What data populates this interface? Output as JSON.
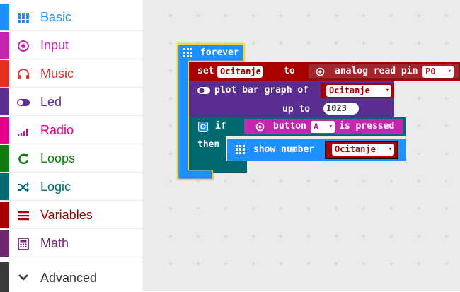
{
  "sidebar": {
    "categories": [
      {
        "label": "Basic",
        "icon": "grid-icon",
        "color": "#1e90ff"
      },
      {
        "label": "Input",
        "icon": "target-icon",
        "color": "#c724b1"
      },
      {
        "label": "Music",
        "icon": "headphones-icon",
        "color": "#e63022"
      },
      {
        "label": "Led",
        "icon": "toggle-icon",
        "color": "#5c2d91"
      },
      {
        "label": "Radio",
        "icon": "signal-bars-icon",
        "color": "#e3008c"
      },
      {
        "label": "Loops",
        "icon": "refresh-icon",
        "color": "#107c10"
      },
      {
        "label": "Logic",
        "icon": "shuffle-icon",
        "color": "#006970"
      },
      {
        "label": "Variables",
        "icon": "lines-icon",
        "color": "#a80000"
      },
      {
        "label": "Math",
        "icon": "calculator-icon",
        "color": "#712672"
      }
    ],
    "advanced": {
      "label": "Advanced",
      "icon": "chevron-down-icon"
    }
  },
  "blocks": {
    "forever": {
      "label": "forever",
      "color": "#1e90ff"
    },
    "set": {
      "label": "set",
      "to": "to",
      "variable": "Ocitanje",
      "color": "#a80000"
    },
    "analog": {
      "label": "analog read pin",
      "pin": "P0",
      "color": "#a4262c"
    },
    "plot": {
      "label": "plot bar graph of",
      "up_to": "up to",
      "variable": "Ocitanje",
      "max": "1023",
      "color": "#5c2d91"
    },
    "if": {
      "if_label": "if",
      "then_label": "then",
      "color": "#006970"
    },
    "button": {
      "label": "button",
      "button": "A",
      "pressed": "is pressed",
      "color": "#c724b1"
    },
    "show": {
      "label": "show number",
      "variable": "Ocitanje",
      "color": "#1e90ff"
    }
  }
}
